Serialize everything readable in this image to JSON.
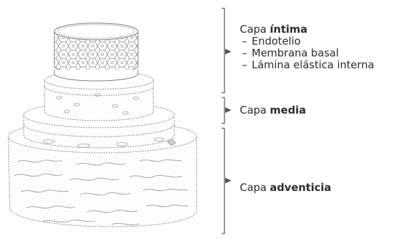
{
  "labels": {
    "intima": {
      "prefix": "Capa ",
      "name": "íntima",
      "items": [
        {
          "dash": "–",
          "text": "Endotelio"
        },
        {
          "dash": "–",
          "text": "Membrana basal"
        },
        {
          "dash": "–",
          "text": "Lámina elástica interna"
        }
      ]
    },
    "media": {
      "prefix": "Capa ",
      "name": "media"
    },
    "adventicia": {
      "prefix": "Capa ",
      "name": "adventicia"
    }
  },
  "colors": {
    "line": "#555555",
    "sketch": "#8a8a8a",
    "text": "#2b2b2b"
  }
}
